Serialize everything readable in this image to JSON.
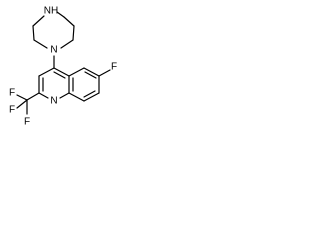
{
  "molecule": {
    "atoms": {
      "nh": "NH",
      "n_ring": "N",
      "f_aryl": "F",
      "n_quinoline": "N",
      "f1": "F",
      "f2": "F",
      "f3": "F"
    }
  }
}
